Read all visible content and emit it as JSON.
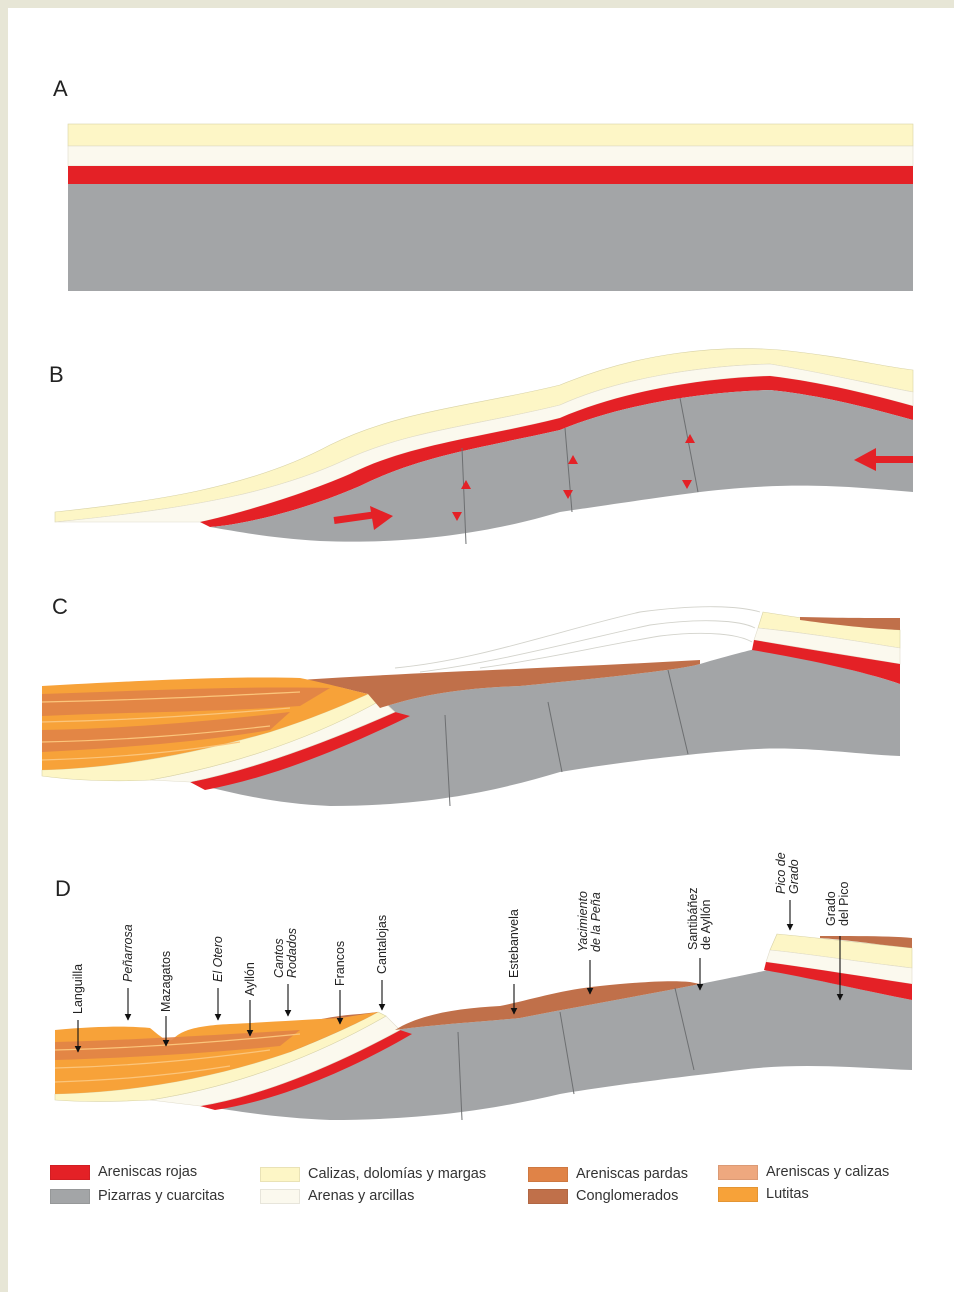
{
  "panels": {
    "a": "A",
    "b": "B",
    "c": "C",
    "d": "D"
  },
  "colors": {
    "areniscas_rojas": "#e42126",
    "pizarras": "#a3a5a7",
    "calizas": "#fdf6c6",
    "arenas": "#fbf9ee",
    "areniscas_pardas": "#e08347",
    "conglomerados": "#c0704a",
    "areniscas_calizas": "#eea87f",
    "lutitas": "#f7a239",
    "background": "#e7e6d6"
  },
  "place_labels": [
    {
      "lines": [
        "Languilla"
      ],
      "italic": false
    },
    {
      "lines": [
        "Peñarrosa"
      ],
      "italic": true
    },
    {
      "lines": [
        "Mazagatos"
      ],
      "italic": false
    },
    {
      "lines": [
        "El Otero"
      ],
      "italic": true
    },
    {
      "lines": [
        "Ayllón"
      ],
      "italic": false
    },
    {
      "lines": [
        "Cantos",
        "Rodados"
      ],
      "italic": true
    },
    {
      "lines": [
        "Francos"
      ],
      "italic": false
    },
    {
      "lines": [
        "Cantalojas"
      ],
      "italic": false
    },
    {
      "lines": [
        "Estebanvela"
      ],
      "italic": false
    },
    {
      "lines": [
        "Yacimiento",
        "de la Peña"
      ],
      "italic": true
    },
    {
      "lines": [
        "Santibáñez",
        "de Ayllón"
      ],
      "italic": false
    },
    {
      "lines": [
        "Pico de",
        "Grado"
      ],
      "italic": true
    },
    {
      "lines": [
        "Grado",
        "del Pico"
      ],
      "italic": false
    }
  ],
  "legend": [
    {
      "label": "Areniscas rojas",
      "color_key": "areniscas_rojas"
    },
    {
      "label": "Pizarras y cuarcitas",
      "color_key": "pizarras"
    },
    {
      "label": "Calizas, dolomías y margas",
      "color_key": "calizas"
    },
    {
      "label": "Arenas y arcillas",
      "color_key": "arenas"
    },
    {
      "label": "Areniscas pardas",
      "color_key": "areniscas_pardas"
    },
    {
      "label": "Conglomerados",
      "color_key": "conglomerados"
    },
    {
      "label": "Areniscas y calizas",
      "color_key": "areniscas_calizas"
    },
    {
      "label": "Lutitas",
      "color_key": "lutitas"
    }
  ]
}
